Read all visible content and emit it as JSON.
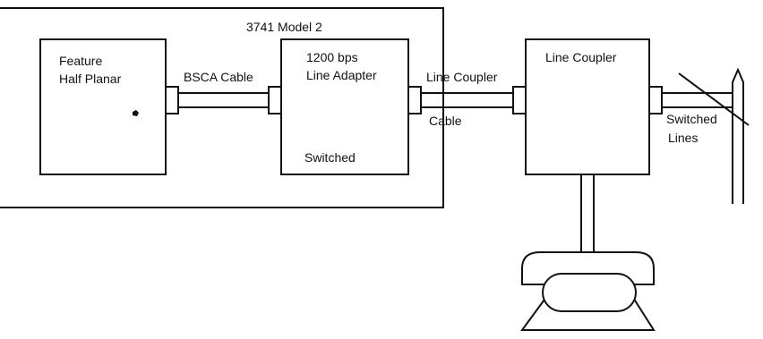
{
  "diagram": {
    "enclosure_label": "3741 Model 2",
    "feature_box": {
      "line1": "Feature",
      "line2": "Half Planar"
    },
    "bsca_cable_label": "BSCA Cable",
    "line_adapter_box": {
      "line1": "1200 bps",
      "line2": "Line Adapter",
      "line3": "Switched"
    },
    "line_coupler_cable_label": {
      "line1": "Line Coupler",
      "line2": "Cable"
    },
    "line_coupler_box": {
      "label": "Line Coupler"
    },
    "switched_lines_label": {
      "line1": "Switched",
      "line2": "Lines"
    }
  },
  "colors": {
    "line": "#111111",
    "background": "#ffffff"
  }
}
